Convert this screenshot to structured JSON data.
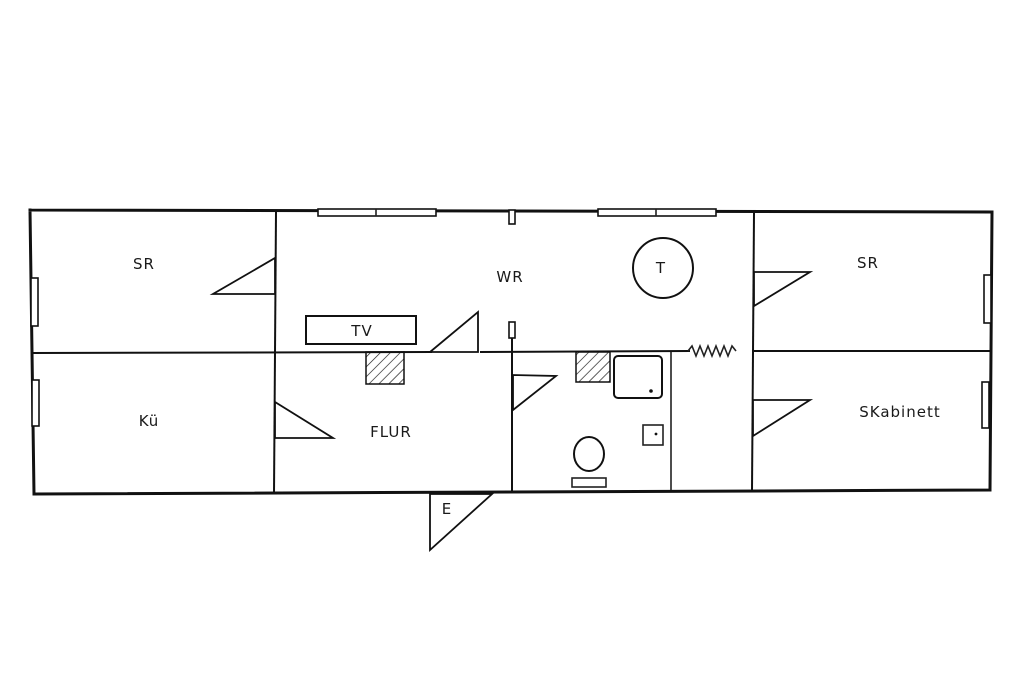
{
  "rooms": {
    "sr_left": "SR",
    "wr": "WR",
    "sr_right": "SR",
    "kue": "Kü",
    "flur": "FLUR",
    "skabinett": "SKabinett"
  },
  "furniture": {
    "tv": "TV",
    "table": "T"
  },
  "entrance": "E"
}
